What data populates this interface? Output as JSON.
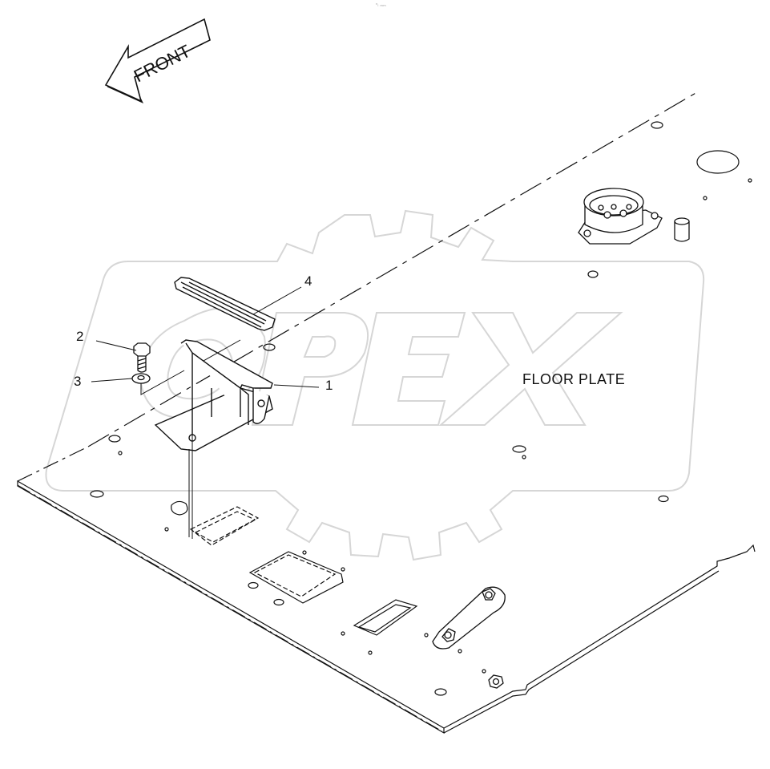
{
  "drawing": {
    "top_mark": "ⁿᵢ ₘₘ",
    "direction_arrow": "FRONT",
    "component_label": "FLOOR PLATE",
    "watermark": "OPEX"
  },
  "callouts": [
    {
      "number": "1"
    },
    {
      "number": "2"
    },
    {
      "number": "3"
    },
    {
      "number": "4"
    }
  ],
  "colors": {
    "line": "#111111",
    "watermark": "#dcdcdc"
  }
}
